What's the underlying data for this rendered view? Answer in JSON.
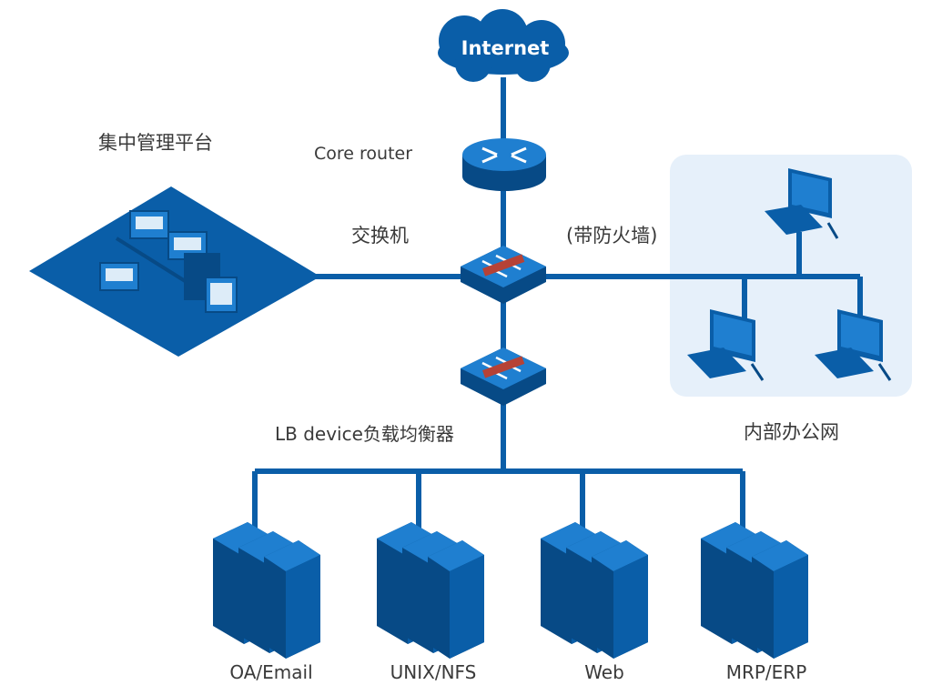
{
  "internet": {
    "label": "Internet"
  },
  "core_router": {
    "label": "Core router"
  },
  "management_platform": {
    "label": "集中管理平台"
  },
  "switch": {
    "label": "交换机",
    "firewall_note": "(带防火墙)"
  },
  "load_balancer": {
    "label": "LB device负载均衡器"
  },
  "office_network": {
    "label": "内部办公网"
  },
  "servers": [
    {
      "label": "OA/Email"
    },
    {
      "label": "UNIX/NFS"
    },
    {
      "label": "Web"
    },
    {
      "label": "MRP/ERP"
    }
  ],
  "colors": {
    "primary": "#0a5ea8",
    "primary_light": "#1f7fd0",
    "primary_dark": "#074a86",
    "firewall_bar": "#b64236",
    "office_panel": "#e6f0fa",
    "line": "#0a5ea8"
  }
}
